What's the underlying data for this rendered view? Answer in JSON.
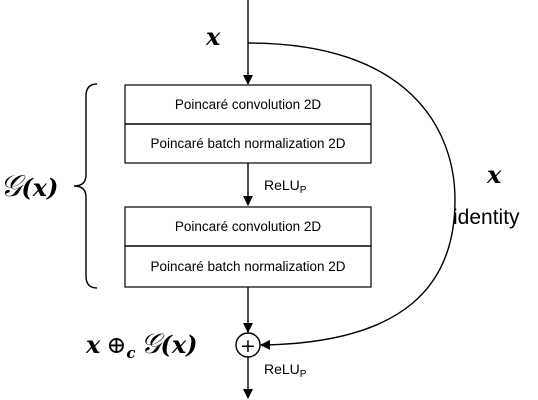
{
  "input_label": "x",
  "block1": {
    "conv_label": "Poincaré convolution 2D",
    "bn_label": "Poincaré batch normalization 2D"
  },
  "block2": {
    "conv_label": "Poincaré convolution 2D",
    "bn_label": "Poincaré batch normalization 2D"
  },
  "activation_mid": {
    "main": "ReLU",
    "sub": "P"
  },
  "activation_out": {
    "main": "ReLU",
    "sub": "P"
  },
  "brace_label": {
    "func": "𝒢",
    "arg": "(x)"
  },
  "skip_label": {
    "var": "x",
    "text": "identity"
  },
  "sum_node_symbol": "+",
  "output_label": {
    "x": "x",
    "op": "⊕",
    "sub": "c",
    "func": "𝒢",
    "arg": "(x)"
  }
}
